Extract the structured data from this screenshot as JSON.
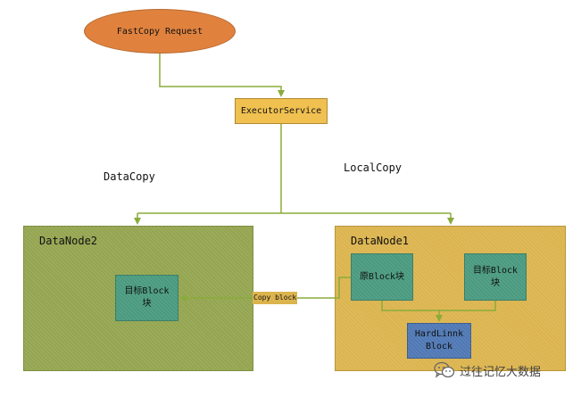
{
  "request_node": {
    "label": "FastCopy Request"
  },
  "executor_node": {
    "label": "ExecutorService"
  },
  "branch_labels": {
    "data_copy": "DataCopy",
    "local_copy": "LocalCopy"
  },
  "datanode2": {
    "title": "DataNode2",
    "target_block": {
      "line1": "目标Block",
      "line2": "块"
    }
  },
  "datanode1": {
    "title": "DataNode1",
    "source_block": {
      "label": "原Block块"
    },
    "target_block": {
      "line1": "目标Block",
      "line2": "块"
    },
    "hardlink_block": {
      "line1": "HardLinnk",
      "line2": "Block"
    }
  },
  "edge_labels": {
    "copy_block": "Copy block"
  },
  "watermark": {
    "text": "过往记忆大数据",
    "icon": "wechat-icon"
  },
  "colors": {
    "connector": "#8aab3c",
    "request_fill": "#e0823e",
    "executor_fill": "#f0c050",
    "datanode2_fill": "#94a550",
    "datanode1_fill": "#dcb44e",
    "block_fill": "#4a9a80",
    "hardlink_fill": "#4f78b4"
  }
}
